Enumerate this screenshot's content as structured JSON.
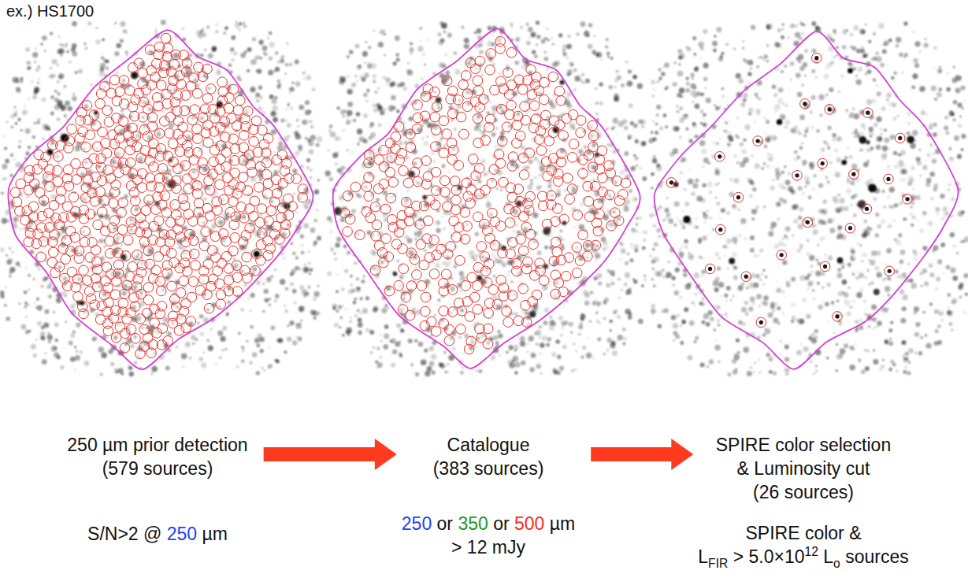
{
  "diagram": {
    "title": "ex.) HS1700",
    "nodes": [
      {
        "text": [
          "250 µm prior detection (579 sources)",
          "S/N>2 @ 250 µm"
        ]
      },
      {
        "text": [
          "Catalogue (383 sources)",
          "250 or 350 or 500 µm > 12 mJy"
        ]
      },
      {
        "text": [
          "SPIRE color selection & Luminosity cut (26 sources)",
          "SPIRE color & LFIR > 5.0×1012 Lo sources"
        ]
      }
    ],
    "edges": [
      {
        "from": 0,
        "to": 1,
        "arrow": "to"
      },
      {
        "from": 1,
        "to": 2,
        "arrow": "to"
      }
    ]
  }
}
